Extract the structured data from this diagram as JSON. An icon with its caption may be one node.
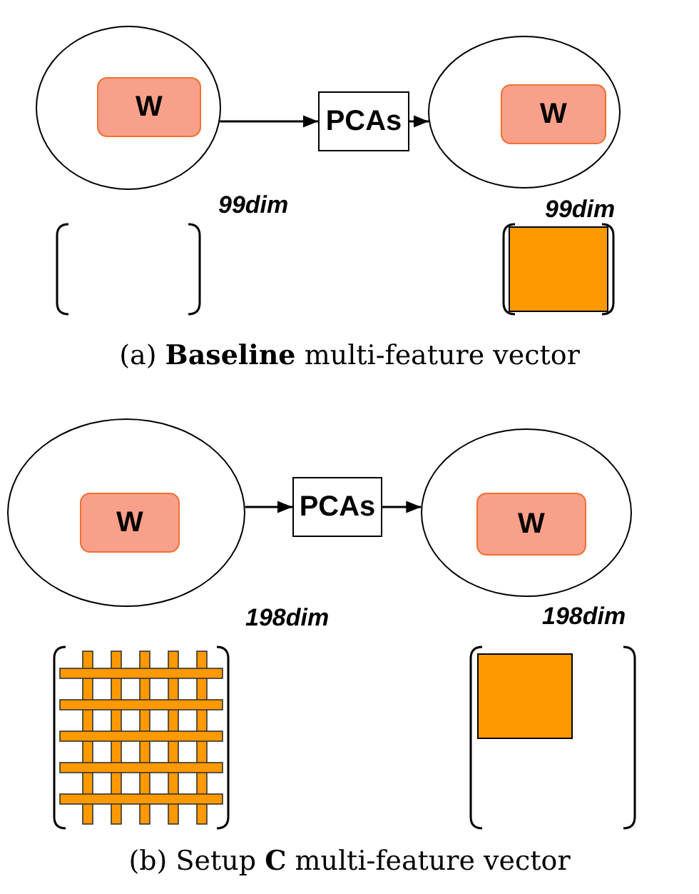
{
  "diagram": {
    "nodes": [
      {
        "text": [],
        "shape": "circle",
        "beside": [
          "99dim"
        ]
      },
      {
        "text": [
          "W"
        ],
        "in": 0
      },
      {
        "text": [
          "PCAs"
        ]
      },
      {
        "text": [],
        "shape": "circle",
        "beside": [
          "99dim"
        ]
      },
      {
        "text": [
          "W"
        ],
        "in": 3
      },
      {
        "text": [],
        "shape": "circle",
        "beside": [
          "198dim"
        ]
      },
      {
        "text": [
          "W"
        ],
        "in": 5
      },
      {
        "text": [
          "PCAs"
        ]
      },
      {
        "text": [],
        "shape": "circle",
        "beside": [
          "198dim"
        ]
      },
      {
        "text": [
          "W"
        ],
        "in": 8
      }
    ],
    "edges": [
      {
        "from": 0,
        "to": 2,
        "arrow": "to"
      },
      {
        "from": 2,
        "to": 3,
        "arrow": "to"
      },
      {
        "from": 5,
        "to": 7,
        "arrow": "to"
      },
      {
        "from": 7,
        "to": 8,
        "arrow": "to"
      }
    ],
    "labels": [
      "(a) **Baseline** multi-feature vector",
      "(b) Setup **C** multi-feature vector"
    ]
  }
}
